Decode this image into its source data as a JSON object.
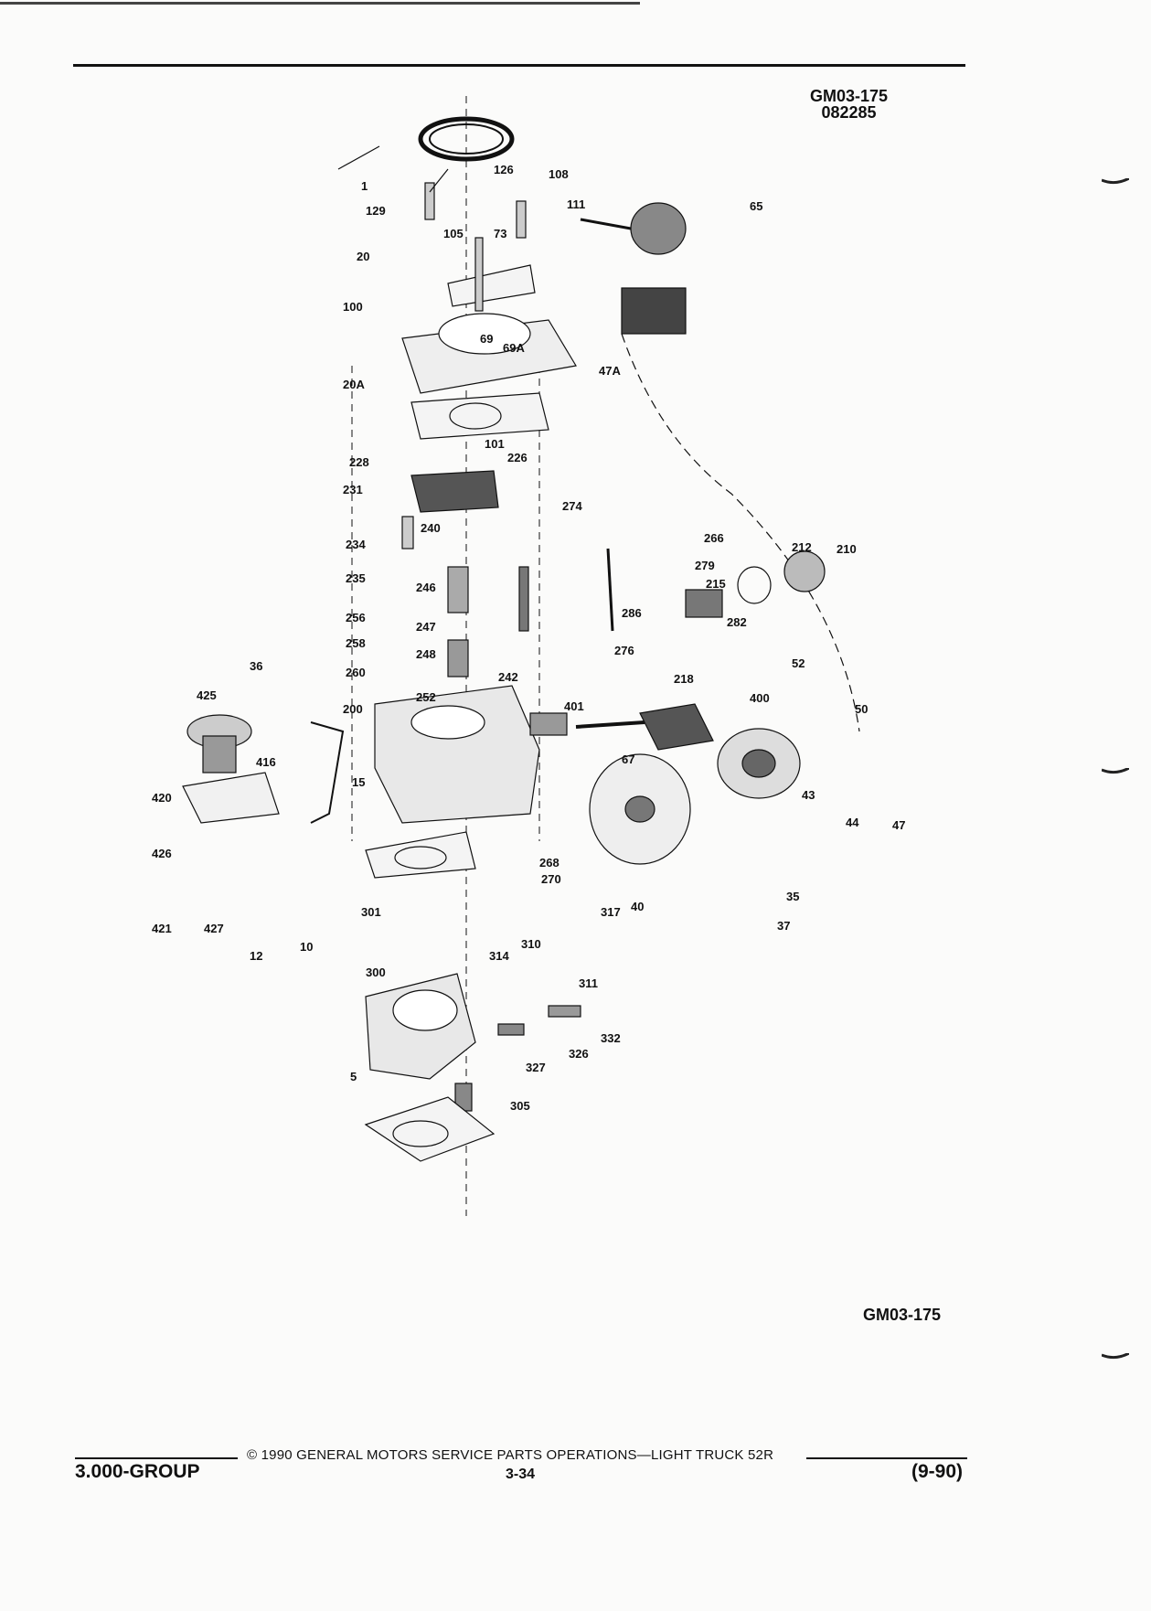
{
  "header": {
    "figure_code": "GM03-175",
    "date_code": "082285"
  },
  "figure_label": "GM03-175",
  "footer": {
    "group": "3.000-GROUP",
    "copyright": "© 1990 GENERAL MOTORS SERVICE PARTS OPERATIONS—LIGHT TRUCK 52R",
    "page": "3-34",
    "revision": "(9-90)"
  },
  "callouts": [
    "1",
    "126",
    "108",
    "129",
    "111",
    "65",
    "105",
    "73",
    "20",
    "69",
    "69A",
    "100",
    "47A",
    "20A",
    "101",
    "228",
    "226",
    "231",
    "274",
    "240",
    "266",
    "234",
    "279",
    "212",
    "210",
    "235",
    "246",
    "215",
    "286",
    "282",
    "256",
    "247",
    "276",
    "36",
    "258",
    "248",
    "218",
    "52",
    "242",
    "260",
    "425",
    "252",
    "400",
    "200",
    "401",
    "50",
    "416",
    "420",
    "15",
    "67",
    "47",
    "44",
    "43",
    "426",
    "268",
    "270",
    "40",
    "35",
    "421",
    "427",
    "301",
    "37",
    "12",
    "10",
    "317",
    "314",
    "310",
    "300",
    "311",
    "332",
    "326",
    "327",
    "5",
    "305"
  ]
}
